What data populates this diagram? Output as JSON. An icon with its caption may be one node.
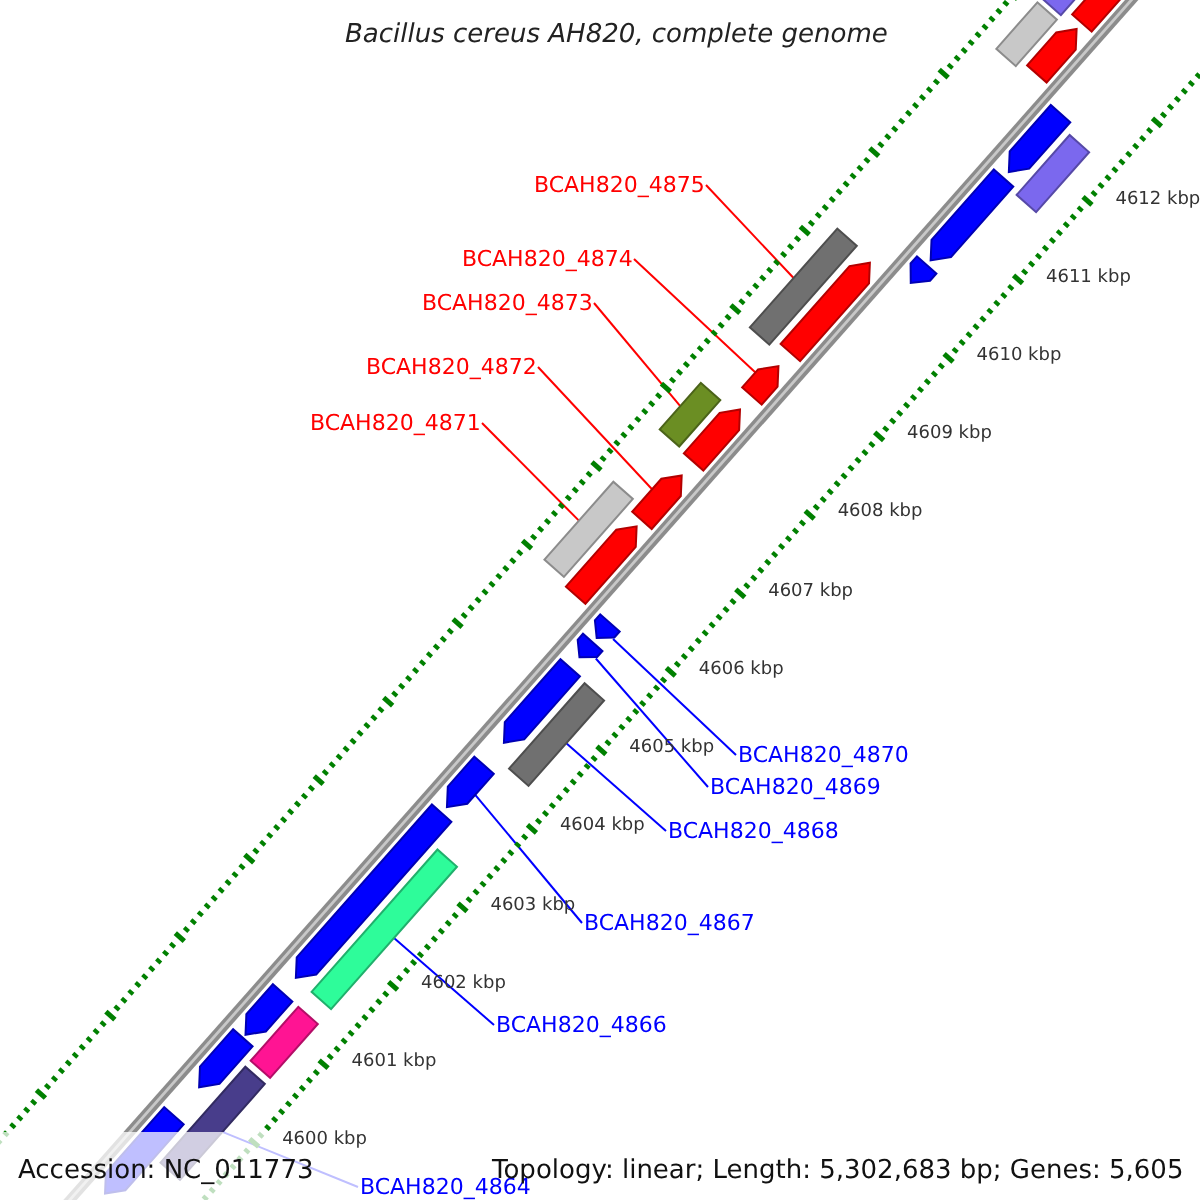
{
  "diagram": {
    "title": "Bacillus cereus AH820, complete genome",
    "nodes": [
      {
        "text": [
          "BCAH820_4875"
        ]
      },
      {
        "text": [],
        "shape": "bar"
      },
      {
        "text": [
          "BCAH820_4874"
        ]
      },
      {
        "text": [],
        "shape": "pentagon"
      },
      {
        "text": [
          "BCAH820_4873"
        ]
      },
      {
        "text": [],
        "shape": "bar"
      },
      {
        "text": [
          "BCAH820_4872"
        ]
      },
      {
        "text": [],
        "shape": "pentagon"
      },
      {
        "text": [
          "BCAH820_4871"
        ]
      },
      {
        "text": [],
        "shape": "bar"
      },
      {
        "text": [
          "BCAH820_4870"
        ]
      },
      {
        "text": [],
        "shape": "pentagon"
      },
      {
        "text": [
          "BCAH820_4869"
        ]
      },
      {
        "text": [],
        "shape": "pentagon"
      },
      {
        "text": [
          "BCAH820_4868"
        ]
      },
      {
        "text": [],
        "shape": "bar"
      },
      {
        "text": [
          "BCAH820_4867"
        ]
      },
      {
        "text": [],
        "shape": "pentagon"
      },
      {
        "text": [
          "BCAH820_4866"
        ]
      },
      {
        "text": [],
        "shape": "bar"
      },
      {
        "text": [
          "BCAH820_4864"
        ]
      },
      {
        "text": [],
        "shape": "bar"
      },
      {
        "text": [],
        "shape": "pentagon"
      },
      {
        "text": [],
        "shape": "pentagon"
      },
      {
        "text": [],
        "shape": "pentagon"
      },
      {
        "text": [],
        "shape": "pentagon"
      },
      {
        "text": [],
        "shape": "pentagon"
      },
      {
        "text": [],
        "shape": "bar"
      },
      {
        "text": [],
        "shape": "bar"
      },
      {
        "text": [],
        "shape": "pentagon"
      },
      {
        "text": [],
        "shape": "pentagon"
      },
      {
        "text": [],
        "shape": "pentagon"
      },
      {
        "text": [],
        "shape": "pentagon"
      },
      {
        "text": [],
        "shape": "pentagon"
      },
      {
        "text": [],
        "shape": "pentagon"
      },
      {
        "text": [],
        "shape": "pentagon"
      },
      {
        "text": [],
        "shape": "pentagon"
      },
      {
        "text": [],
        "shape": "bar"
      },
      {
        "text": [],
        "shape": "bar"
      }
    ],
    "edges": [
      {
        "from": 0,
        "to": 1,
        "arrow": "none",
        "color": "#ff0000"
      },
      {
        "from": 2,
        "to": 3,
        "arrow": "none",
        "color": "#ff0000"
      },
      {
        "from": 4,
        "to": 5,
        "arrow": "none",
        "color": "#ff0000"
      },
      {
        "from": 6,
        "to": 7,
        "arrow": "none",
        "color": "#ff0000"
      },
      {
        "from": 8,
        "to": 9,
        "arrow": "none",
        "color": "#ff0000"
      },
      {
        "from": 10,
        "to": 11,
        "arrow": "none"
      },
      {
        "from": 12,
        "to": 13,
        "arrow": "none"
      },
      {
        "from": 14,
        "to": 15,
        "arrow": "none"
      },
      {
        "from": 16,
        "to": 17,
        "arrow": "none"
      },
      {
        "from": 18,
        "to": 19,
        "arrow": "none"
      },
      {
        "from": 20,
        "to": 21,
        "arrow": "none"
      }
    ],
    "labels": [
      "4612 kbp",
      "4611 kbp",
      "4610 kbp",
      "4609 kbp",
      "4608 kbp",
      "4607 kbp",
      "4606 kbp",
      "4605 kbp",
      "4604 kbp",
      "4603 kbp",
      "4602 kbp",
      "4601 kbp",
      "4600 kbp",
      "Accession: NC_011773",
      "Topology: linear; Length: 5,302,683 bp; Genes: 5,605"
    ]
  }
}
